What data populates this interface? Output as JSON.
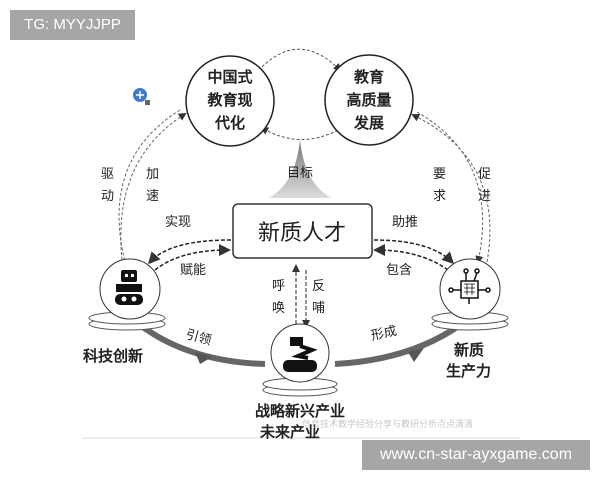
{
  "watermark_top": "TG: MYYJJPP",
  "watermark_bottom": "www.cn-star-ayxgame.com",
  "diagram": {
    "goal_left": [
      "中国式",
      "教育现",
      "代化"
    ],
    "goal_right": [
      "教育",
      "高质量",
      "发展"
    ],
    "goal_label": "目标",
    "center": "新质人才",
    "left_outer": [
      "驱",
      "动"
    ],
    "left_inner": [
      "加",
      "速"
    ],
    "right_inner": [
      "要",
      "求"
    ],
    "right_outer": [
      "促",
      "进"
    ],
    "realize": "实现",
    "empower": "赋能",
    "boost": "助推",
    "contain": "包含",
    "call": [
      "呼",
      "唤"
    ],
    "feedback": [
      "反",
      "哺"
    ],
    "lead": "引领",
    "form": "形成",
    "node_left": "科技创新",
    "node_right": [
      "新质",
      "生产力"
    ],
    "node_bottom": [
      "战略新兴产业",
      "未来产业"
    ],
    "source_caption": "信息技术教学经验分享与教研分析点点滴滴"
  }
}
